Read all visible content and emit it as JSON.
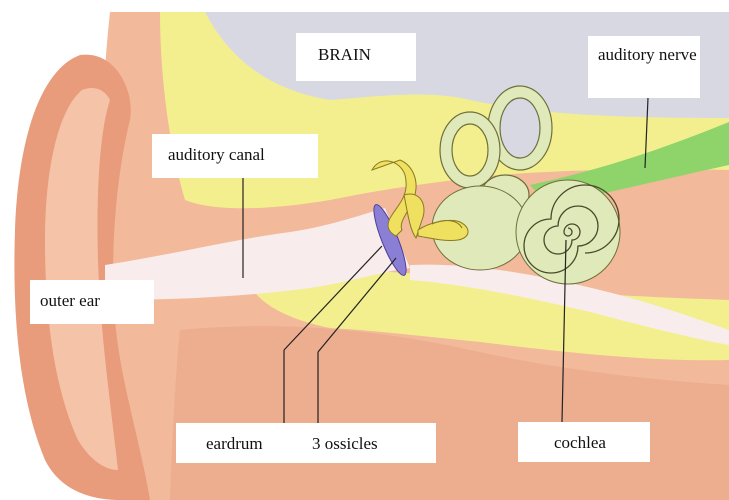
{
  "labels": {
    "brain": "BRAIN",
    "auditory_nerve": "auditory nerve",
    "auditory_canal": "auditory canal",
    "outer_ear": "outer ear",
    "eardrum": "eardrum",
    "ossicles": "3 ossicles",
    "cochlea": "cochlea"
  },
  "colors": {
    "brain": "#d8d8e3",
    "skin": "#f2b99a",
    "skin_dark": "#e79a78",
    "yellow_tissue": "#f3ef8e",
    "canal": "#f9ecec",
    "inner_ear": "#dfe9ba",
    "nerve": "#8fd46b",
    "eardrum": "#8a7fd4",
    "ossicles": "#f0e060"
  }
}
